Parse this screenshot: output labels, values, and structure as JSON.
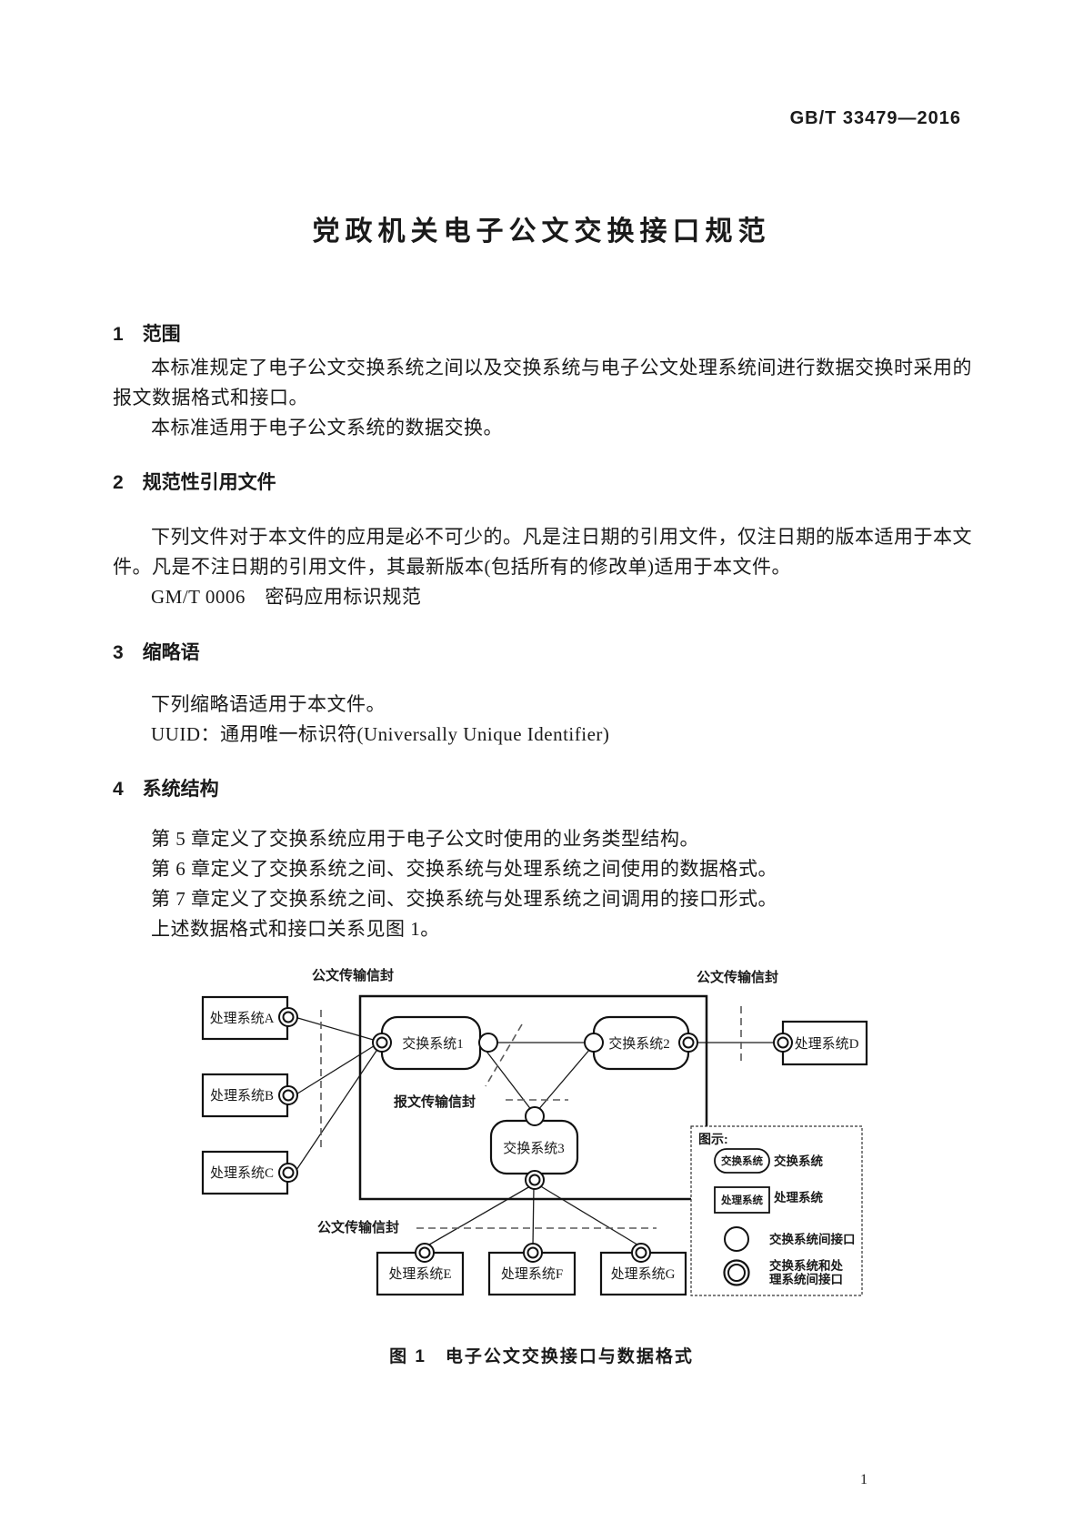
{
  "colors": {
    "ink": "#1a1a1a",
    "background": "#ffffff",
    "dashed_line": "#5a5a5a"
  },
  "header": {
    "doc_number": "GB/T 33479—2016"
  },
  "title": "党政机关电子公文交换接口规范",
  "sections": {
    "s1": {
      "heading": "1　范围",
      "l1": "本标准规定了电子公文交换系统之间以及交换系统与电子公文处理系统间进行数据交换时采用的",
      "l2": "报文数据格式和接口。",
      "l3": "本标准适用于电子公文系统的数据交换。"
    },
    "s2": {
      "heading": "2　规范性引用文件",
      "l1": "下列文件对于本文件的应用是必不可少的。凡是注日期的引用文件，仅注日期的版本适用于本文",
      "l2": "件。凡是不注日期的引用文件，其最新版本(包括所有的修改单)适用于本文件。",
      "l3": "GM/T 0006　密码应用标识规范"
    },
    "s3": {
      "heading": "3　缩略语",
      "l1": "下列缩略语适用于本文件。",
      "l2": "UUID：通用唯一标识符(Universally Unique Identifier)"
    },
    "s4": {
      "heading": "4　系统结构",
      "l1": "第 5 章定义了交换系统应用于电子公文时使用的业务类型结构。",
      "l2": "第 6 章定义了交换系统之间、交换系统与处理系统之间使用的数据格式。",
      "l3": "第 7 章定义了交换系统之间、交换系统与处理系统之间调用的接口形式。",
      "l4": "上述数据格式和接口关系见图 1。"
    }
  },
  "figure": {
    "caption": "图 1　电子公文交换接口与数据格式",
    "envelope_labels": {
      "top_left": "公文传输信封",
      "top_right": "公文传输信封",
      "message": "报文传输信封",
      "bottom": "公文传输信封"
    },
    "process_nodes": {
      "a": "处理系统A",
      "b": "处理系统B",
      "c": "处理系统C",
      "d": "处理系统D",
      "e": "处理系统E",
      "f": "处理系统F",
      "g": "处理系统G"
    },
    "exchange_nodes": {
      "x1": "交换系统1",
      "x2": "交换系统2",
      "x3": "交换系统3"
    },
    "legend": {
      "title": "图示:",
      "exchange_symbol_text": "交换系统",
      "exchange_label": "交换系统",
      "process_symbol_text": "处理系统",
      "process_label": "处理系统",
      "interface_exchange_label": "交换系统间接口",
      "interface_exchange_process_line1": "交换系统和处",
      "interface_exchange_process_line2": "理系统间接口"
    }
  },
  "footer": {
    "page_number": "1"
  }
}
